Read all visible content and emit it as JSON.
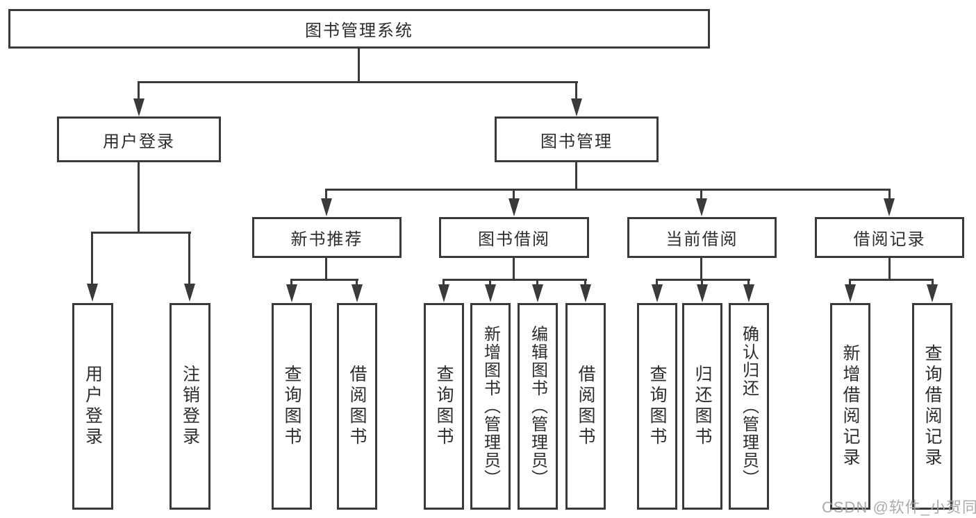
{
  "diagram": {
    "root": {
      "label": "图书管理系统"
    },
    "branches": [
      {
        "label": "用户登录",
        "children": [
          "用户登录",
          "注销登录"
        ]
      },
      {
        "label": "图书管理",
        "sections": [
          {
            "label": "新书推荐",
            "children": [
              "查询图书",
              "借阅图书"
            ]
          },
          {
            "label": "图书借阅",
            "children": [
              "查询图书",
              "新增图书（管理员）",
              "编辑图书（管理员）",
              "借阅图书"
            ]
          },
          {
            "label": "当前借阅",
            "children": [
              "查询图书",
              "归还图书",
              "确认归还（管理员）"
            ]
          },
          {
            "label": "借阅记录",
            "children": [
              "新增借阅记录",
              "查询借阅记录"
            ]
          }
        ]
      }
    ],
    "watermark": "CSDN @软件_小贺同学",
    "colors": {
      "line": "#3a3a3a",
      "text": "#2d2d2d",
      "background": "#ffffff",
      "watermark": "#a4a4a4"
    }
  }
}
